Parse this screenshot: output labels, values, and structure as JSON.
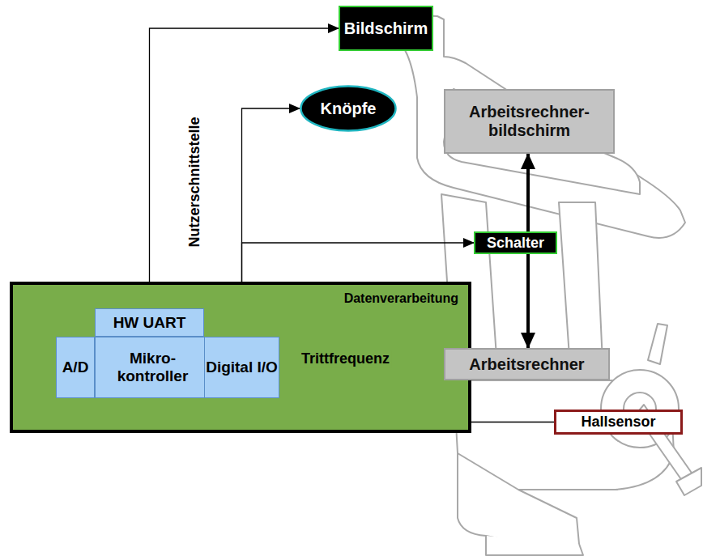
{
  "diagram": {
    "nodes": [
      {
        "text": [
          "Bildschirm"
        ]
      },
      {
        "text": [
          "Knöpfe"
        ]
      },
      {
        "text": [
          "Arbeitsrechner- bildschirm"
        ]
      },
      {
        "text": [
          "Schalter"
        ]
      },
      {
        "text": [
          "Datenverarbeitung"
        ]
      },
      {
        "text": [
          "HW UART"
        ],
        "in": 4
      },
      {
        "text": [
          "A/D"
        ],
        "in": 4
      },
      {
        "text": [
          "Mikro- kontroller"
        ],
        "in": 4
      },
      {
        "text": [
          "Digital I/O"
        ],
        "in": 4
      },
      {
        "text": [
          "Arbeitsrechner"
        ]
      },
      {
        "text": [
          "Hallsensor"
        ]
      }
    ],
    "edges": [
      {
        "from": 0,
        "to": 5,
        "arrow": "both"
      },
      {
        "from": 1,
        "to": 8,
        "arrow": "both"
      },
      {
        "from": 8,
        "to": 3,
        "arrow": "to"
      },
      {
        "from": 2,
        "to": 9,
        "arrow": "both"
      },
      {
        "from": 10,
        "to": 8,
        "label": "Trittfrequenz",
        "arrow": "to"
      }
    ],
    "labels": [
      "Nutzerschnittstelle"
    ]
  }
}
